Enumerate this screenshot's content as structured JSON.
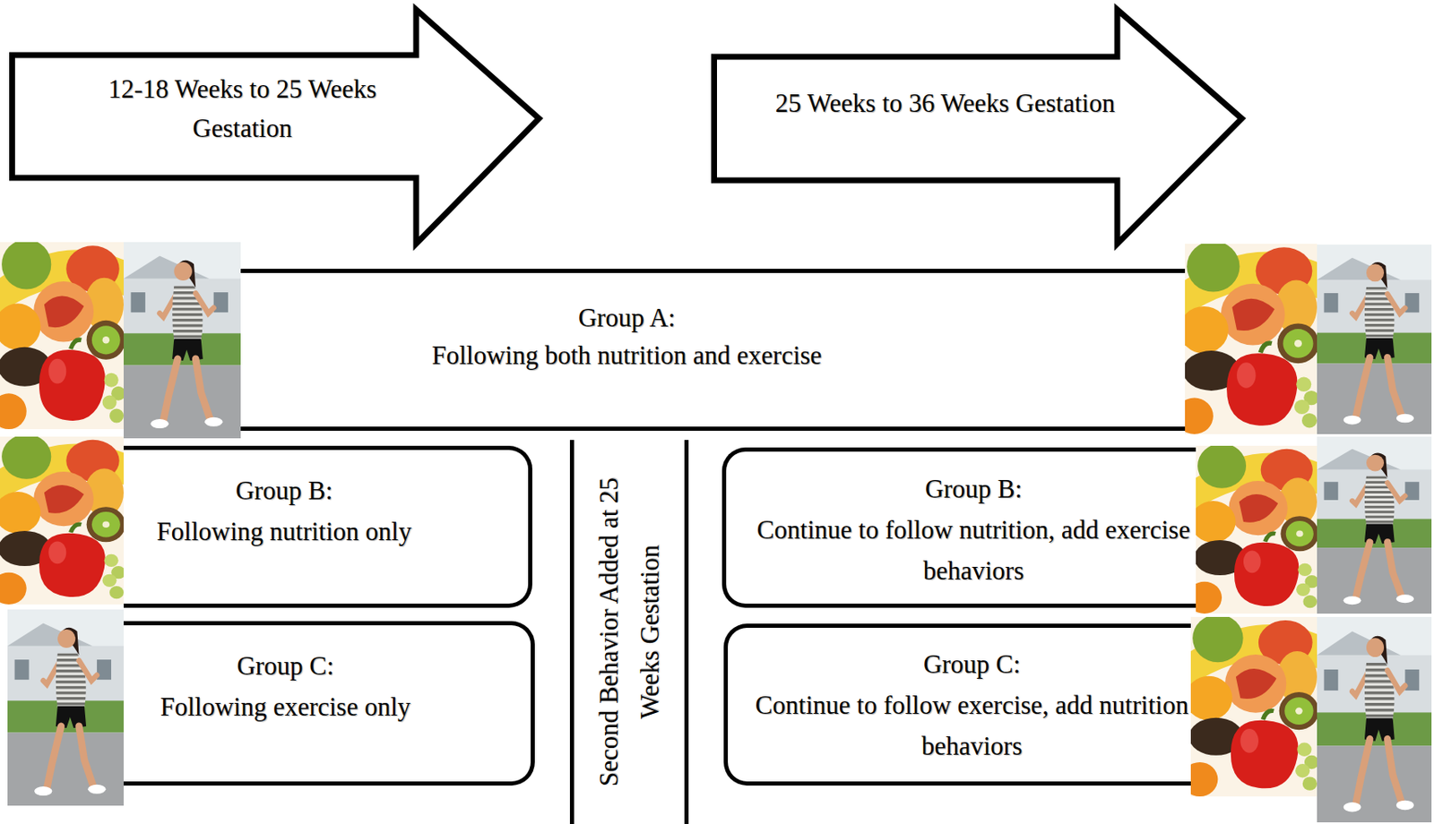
{
  "diagram": {
    "nodes": [
      {
        "text": [
          "12-18 Weeks to 25 Weeks Gestation"
        ]
      },
      {
        "text": [
          "25 Weeks to 36 Weeks Gestation"
        ]
      },
      {
        "text": [
          "Group A:",
          "Following both nutrition and exercise"
        ]
      },
      {
        "text": [
          "Group B:",
          "Following nutrition only"
        ]
      },
      {
        "text": [
          "Group C:",
          "Following exercise only"
        ]
      },
      {
        "text": [
          "Second Behavior Added at 25 Weeks Gestation"
        ]
      },
      {
        "text": [
          "Group B:",
          "Continue to follow nutrition, add exercise behaviors"
        ]
      },
      {
        "text": [
          "Group C:",
          "Continue to follow exercise, add nutrition behaviors"
        ]
      }
    ]
  }
}
